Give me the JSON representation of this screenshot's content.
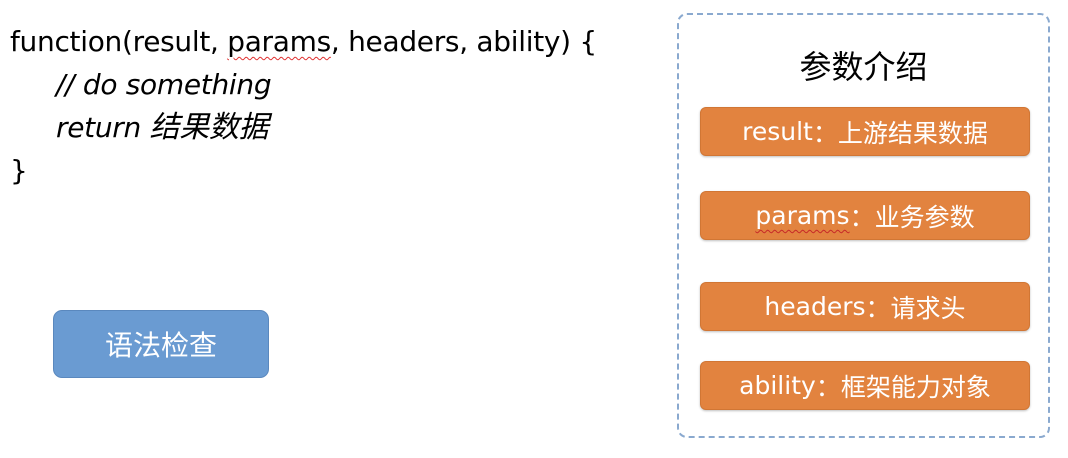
{
  "code": {
    "line1_prefix": "function(result, ",
    "line1_squiggle": "params",
    "line1_suffix": ", headers, ability) {",
    "line2": "// do something",
    "line3_keyword": "return ",
    "line3_value": "结果数据",
    "line4": "}"
  },
  "syntax_check_button": {
    "label": "语法检查"
  },
  "param_panel": {
    "title": "参数介绍",
    "items": [
      {
        "name": "result",
        "separator": "：",
        "desc": "上游结果数据"
      },
      {
        "name": "params",
        "separator": "：",
        "desc": "业务参数"
      },
      {
        "name": "headers",
        "separator": "：",
        "desc": "请求头"
      },
      {
        "name": "ability",
        "separator": "：",
        "desc": "框架能力对象"
      }
    ]
  },
  "colors": {
    "button_blue": "#6a9bd2",
    "item_orange": "#e2833f",
    "panel_border": "#8aa9cf",
    "spellcheck_red": "#e03030"
  }
}
